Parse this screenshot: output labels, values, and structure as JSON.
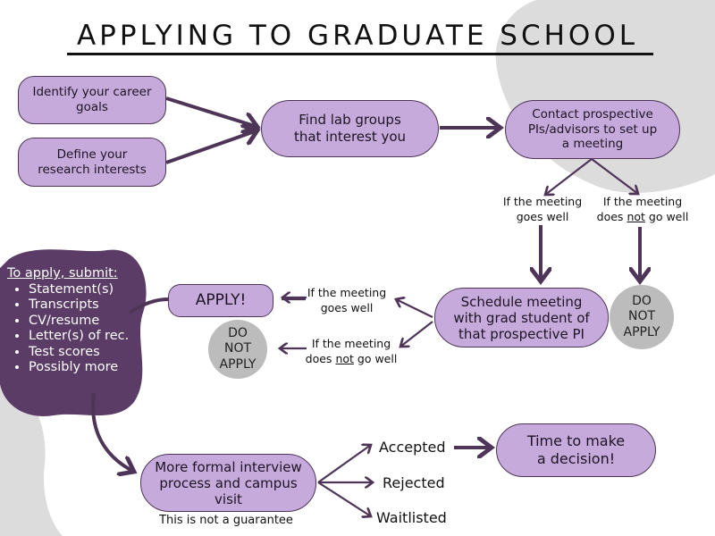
{
  "title": "APPLYING TO GRADUATE SCHOOL",
  "colors": {
    "box_fill": "#c5aadb",
    "dark_purple": "#4e3558",
    "gray_circle": "#bcbcbc",
    "bg_gray": "#dcdcdc"
  },
  "nodes": {
    "career_goals": "Identify your career goals",
    "research_interests": "Define your research interests",
    "find_lab_groups": "Find lab groups that interest you",
    "contact_pis": "Contact prospective PIs/advisors to set up a meeting",
    "schedule_meeting": "Schedule meeting with grad student of that prospective PI",
    "apply": "APPLY!",
    "interview": "More formal interview process and campus visit",
    "decision": "Time to make a decision!"
  },
  "do_not_apply": {
    "line1": "DO",
    "line2": "NOT",
    "line3": "APPLY"
  },
  "conditions": {
    "goes_well_1": "If the meeting",
    "goes_well_2": "goes well",
    "not_well_1": "If the meeting",
    "not_well_2a": "does",
    "not_well_2b": "not",
    "not_well_2c": "go well"
  },
  "submit": {
    "heading": "To apply, submit:",
    "items": [
      "Statement(s)",
      "Transcripts",
      "CV/resume",
      "Letter(s) of rec.",
      "Test scores",
      "Possibly more"
    ]
  },
  "interview_note": "This is not a guarantee",
  "outcomes": [
    "Accepted",
    "Rejected",
    "Waitlisted"
  ]
}
